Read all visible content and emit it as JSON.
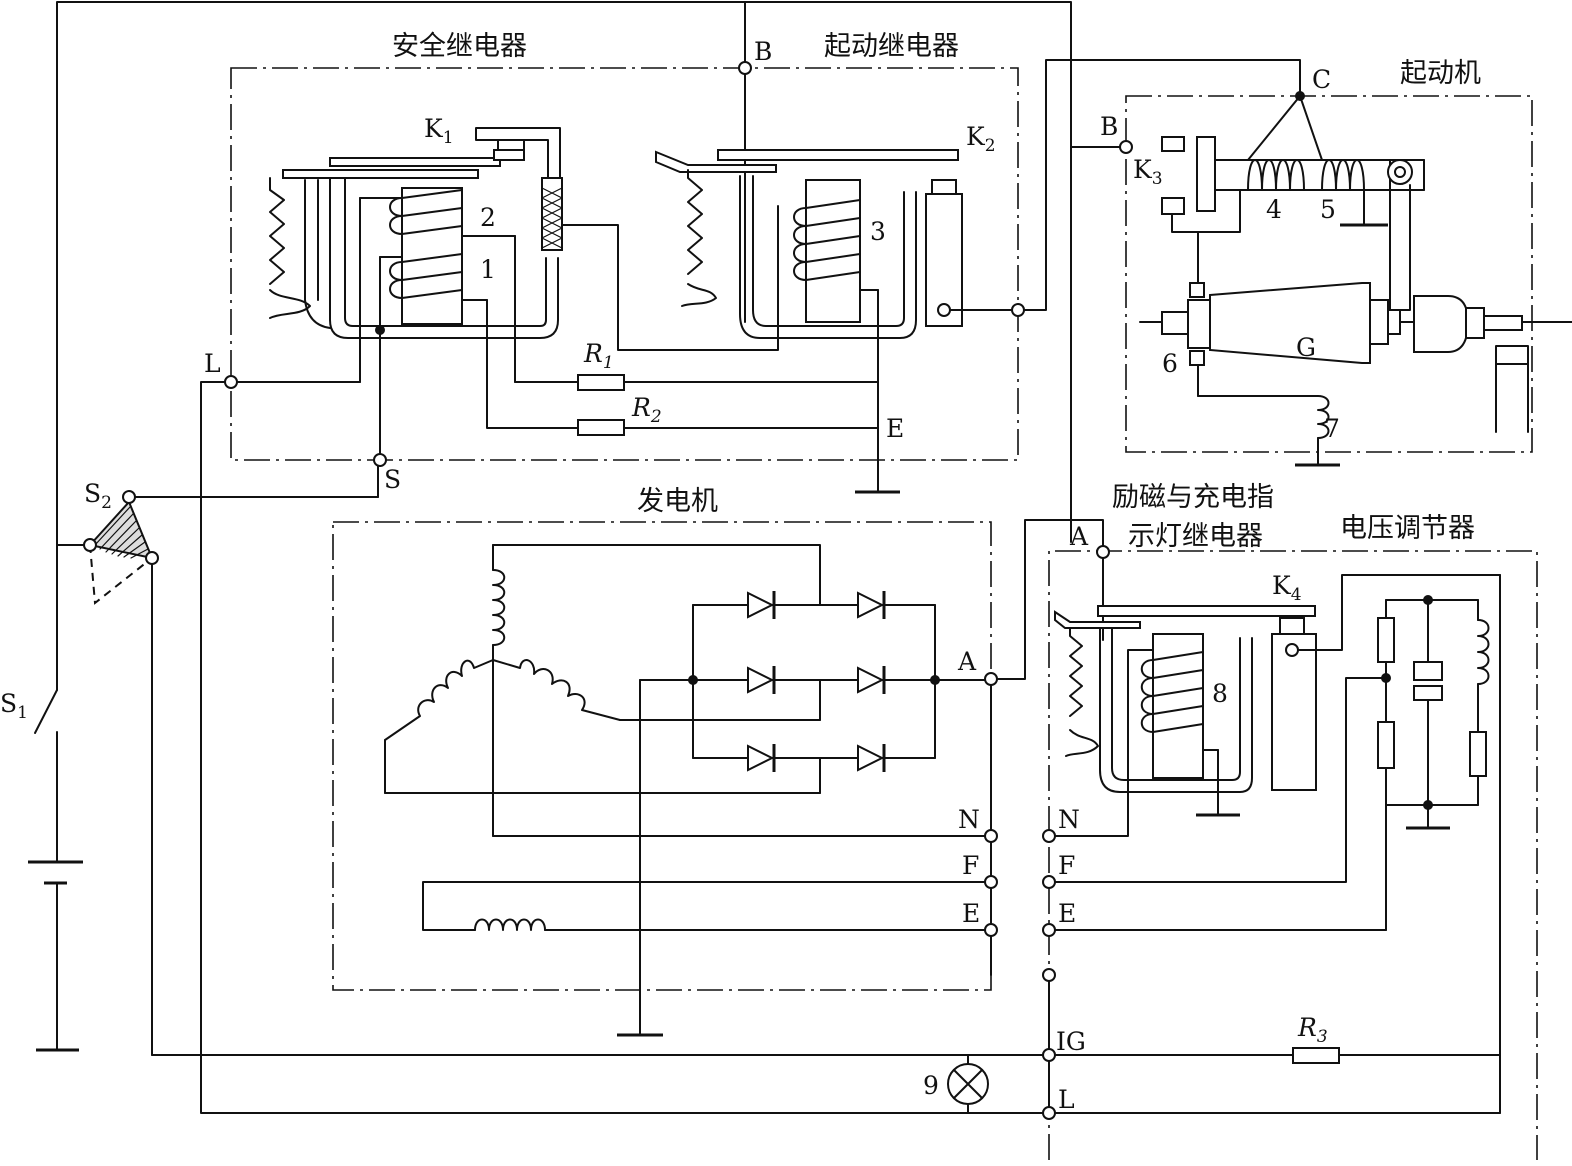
{
  "titles": {
    "safety_relay": "安全继电器",
    "start_relay": "起动继电器",
    "starter": "起动机",
    "generator": "发电机",
    "charge_relay_1": "励磁与充电指",
    "charge_relay_2": "示灯继电器",
    "regulator": "电压调节器"
  },
  "labels": {
    "B_top": "B",
    "B_starter": "B",
    "C": "C",
    "L_left": "L",
    "S": "S",
    "E_relay": "E",
    "K1": "K",
    "K1_sub": "1",
    "K2": "K",
    "K2_sub": "2",
    "K3": "K",
    "K3_sub": "3",
    "K4": "K",
    "K4_sub": "4",
    "S1": "S",
    "S1_sub": "1",
    "S2": "S",
    "S2_sub": "2",
    "R1": "R",
    "R1_sub": "1",
    "R2": "R",
    "R2_sub": "2",
    "R3": "R",
    "R3_sub": "3",
    "A_gen": "A",
    "A_relay": "A",
    "N_gen": "N",
    "N_relay": "N",
    "F_gen": "F",
    "F_relay": "F",
    "E_gen": "E",
    "E_relay_term": "E",
    "IG": "IG",
    "L_bottom": "L",
    "G": "G"
  },
  "numbers": {
    "n1": "1",
    "n2": "2",
    "n3": "3",
    "n4": "4",
    "n5": "5",
    "n6": "6",
    "n7": "7",
    "n8": "8",
    "n9": "9"
  }
}
